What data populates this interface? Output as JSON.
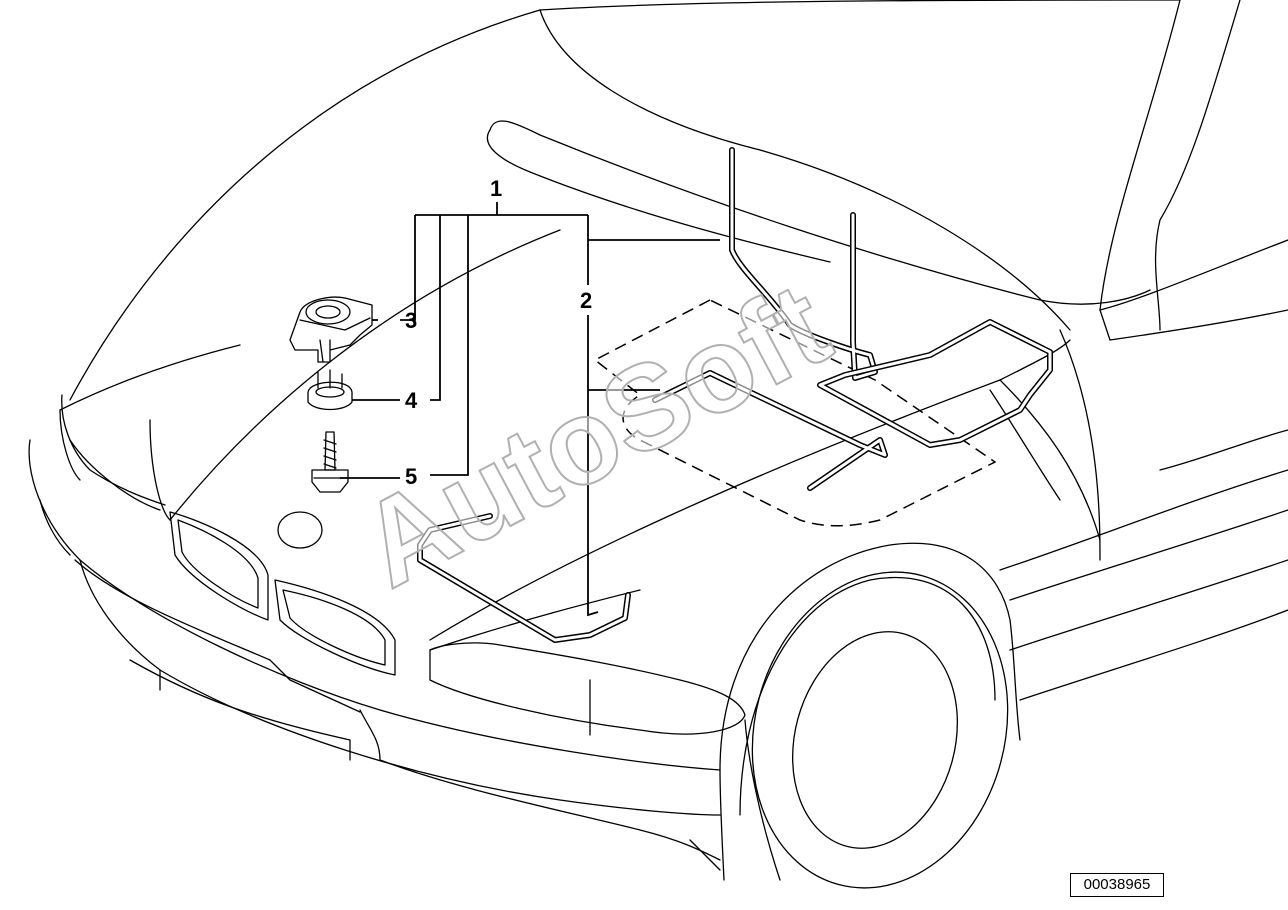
{
  "callouts": {
    "c1": "1",
    "c2": "2",
    "c3": "3",
    "c4": "4",
    "c5": "5"
  },
  "watermark": "AutoSoft",
  "diagram_number": "00038965",
  "colors": {
    "line": "#000000",
    "background": "#ffffff",
    "watermark_outline": "#b0b0b0"
  }
}
